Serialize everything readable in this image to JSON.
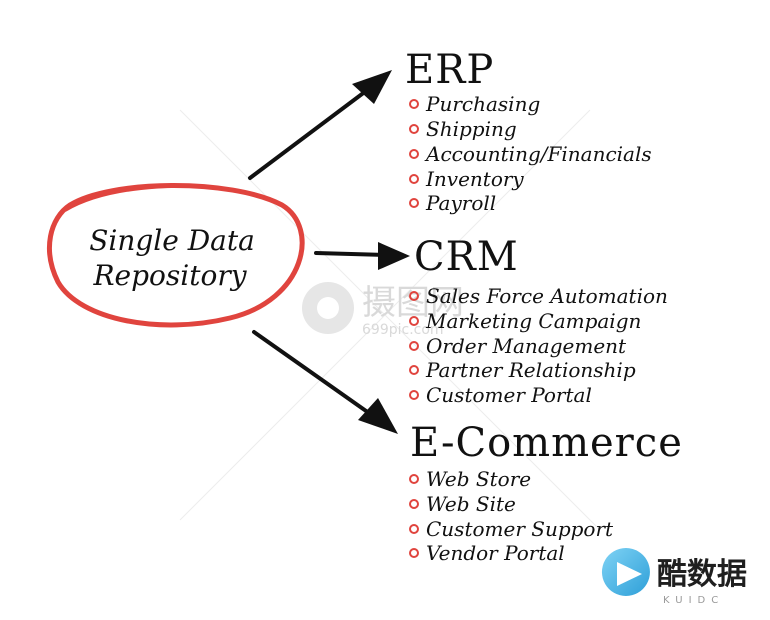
{
  "center": {
    "line1": "Single Data",
    "line2": "Repository"
  },
  "sections": [
    {
      "heading": "ERP",
      "items": [
        "Purchasing",
        "Shipping",
        "Accounting/Financials",
        "Inventory",
        "Payroll"
      ]
    },
    {
      "heading": "CRM",
      "items": [
        "Sales Force Automation",
        "Marketing Campaign",
        "Order Management",
        "Partner Relationship",
        "Customer Portal"
      ]
    },
    {
      "heading": "E-Commerce",
      "items": [
        "Web Store",
        "Web Site",
        "Customer Support",
        "Vendor Portal"
      ]
    }
  ],
  "watermark": {
    "text": "摄图网",
    "sub": "699pic.com"
  },
  "logo": {
    "text": "酷数据",
    "sub": "KUIDC"
  },
  "colors": {
    "ellipse": "#e0443e",
    "bullet": "#e0443e",
    "ink": "#111111",
    "logo_blue": "#4fb6e8"
  }
}
